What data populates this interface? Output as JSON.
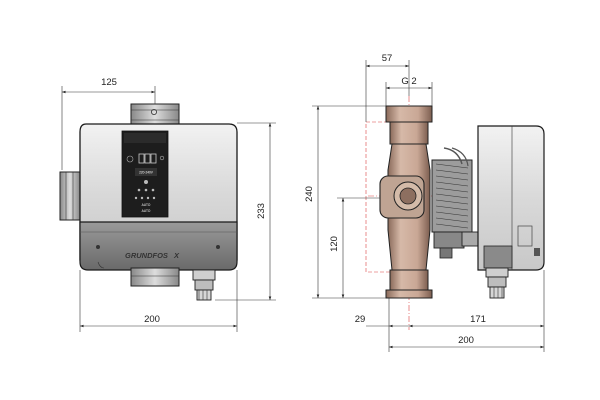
{
  "front_view": {
    "dim_width_top": "125",
    "dim_height": "233",
    "dim_width_bottom": "200",
    "brand": "GRUNDFOS",
    "brand_mark": "X",
    "panel_tiny_labels": [
      "AUTO",
      "220-240V",
      "AUTO"
    ]
  },
  "side_view": {
    "dim_top_offset": "57",
    "dim_thread": "G 2",
    "dim_height_total": "240",
    "dim_height_axis": "120",
    "dim_bottom_left": "29",
    "dim_bottom_right": "171",
    "dim_bottom_total": "200"
  }
}
